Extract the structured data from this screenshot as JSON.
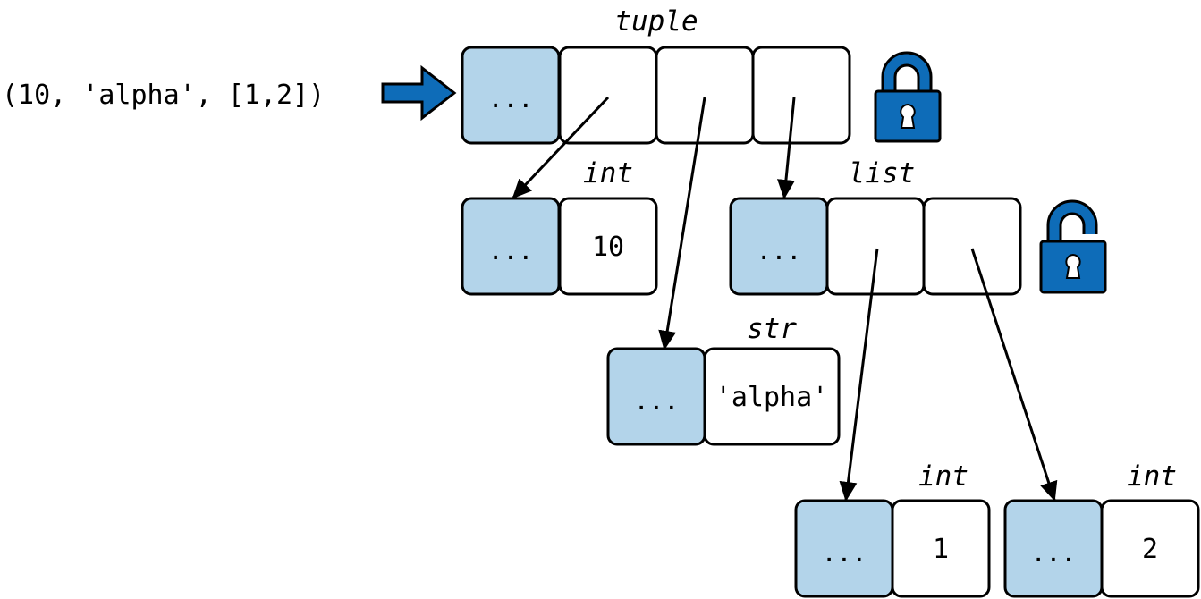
{
  "expression": "(10, 'alpha', [1,2])",
  "labels": {
    "tuple": "tuple",
    "int_10": "int",
    "list": "list",
    "str": "str",
    "int_1": "int",
    "int_2": "int"
  },
  "header_text": "...",
  "values": {
    "int_10": "10",
    "str": "'alpha'",
    "int_1": "1",
    "int_2": "2"
  },
  "icons": {
    "tuple_lock": "locked-padlock-icon",
    "list_lock": "unlocked-padlock-icon",
    "arrow": "right-arrow-icon"
  },
  "colors": {
    "header_cell": "#b3d4ea",
    "accent": "#0e6cb8"
  }
}
